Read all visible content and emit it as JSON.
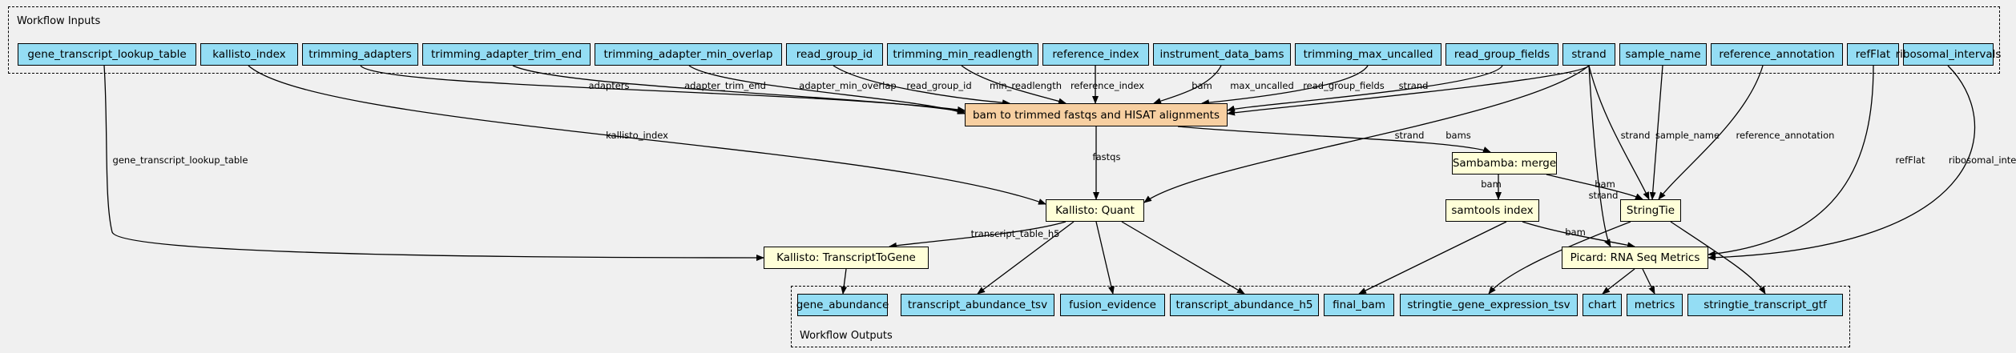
{
  "groups": {
    "inputs": {
      "title": "Workflow Inputs"
    },
    "outputs": {
      "title": "Workflow Outputs"
    }
  },
  "nodes": {
    "gene_transcript_lookup_table": "gene_transcript_lookup_table",
    "kallisto_index": "kallisto_index",
    "trimming_adapters": "trimming_adapters",
    "trimming_adapter_trim_end": "trimming_adapter_trim_end",
    "trimming_adapter_min_overlap": "trimming_adapter_min_overlap",
    "read_group_id": "read_group_id",
    "trimming_min_readlength": "trimming_min_readlength",
    "reference_index": "reference_index",
    "instrument_data_bams": "instrument_data_bams",
    "trimming_max_uncalled": "trimming_max_uncalled",
    "read_group_fields": "read_group_fields",
    "strand": "strand",
    "sample_name": "sample_name",
    "reference_annotation": "reference_annotation",
    "refFlat": "refFlat",
    "ribosomal_intervals": "ribosomal_intervals",
    "bam_to_trimmed": "bam to trimmed fastqs and HISAT alignments",
    "sambamba_merge": "Sambamba: merge",
    "kallisto_quant": "Kallisto: Quant",
    "samtools_index": "samtools index",
    "stringtie": "StringTie",
    "kallisto_t2g": "Kallisto: TranscriptToGene",
    "picard": "Picard: RNA Seq Metrics",
    "gene_abundance": "gene_abundance",
    "transcript_abundance_tsv": "transcript_abundance_tsv",
    "fusion_evidence": "fusion_evidence",
    "transcript_abundance_h5": "transcript_abundance_h5",
    "final_bam": "final_bam",
    "stringtie_gene_expression_tsv": "stringtie_gene_expression_tsv",
    "chart": "chart",
    "metrics": "metrics",
    "stringtie_transcript_gtf": "stringtie_transcript_gtf"
  },
  "edges": [
    {
      "from": "trimming_adapters",
      "to": "bam_to_trimmed",
      "label": "adapters"
    },
    {
      "from": "trimming_adapter_trim_end",
      "to": "bam_to_trimmed",
      "label": "adapter_trim_end"
    },
    {
      "from": "trimming_adapter_min_overlap",
      "to": "bam_to_trimmed",
      "label": "adapter_min_overlap"
    },
    {
      "from": "read_group_id",
      "to": "bam_to_trimmed",
      "label": "read_group_id"
    },
    {
      "from": "trimming_min_readlength",
      "to": "bam_to_trimmed",
      "label": "min_readlength"
    },
    {
      "from": "reference_index",
      "to": "bam_to_trimmed",
      "label": "reference_index"
    },
    {
      "from": "instrument_data_bams",
      "to": "bam_to_trimmed",
      "label": "bam"
    },
    {
      "from": "trimming_max_uncalled",
      "to": "bam_to_trimmed",
      "label": "max_uncalled"
    },
    {
      "from": "read_group_fields",
      "to": "bam_to_trimmed",
      "label": "read_group_fields"
    },
    {
      "from": "strand",
      "to": "bam_to_trimmed",
      "label": "strand"
    },
    {
      "from": "kallisto_index",
      "to": "kallisto_quant",
      "label": "kallisto_index"
    },
    {
      "from": "bam_to_trimmed",
      "to": "kallisto_quant",
      "label": "fastqs"
    },
    {
      "from": "strand",
      "to": "kallisto_quant",
      "label": "strand"
    },
    {
      "from": "bam_to_trimmed",
      "to": "sambamba_merge",
      "label": "bams"
    },
    {
      "from": "gene_transcript_lookup_table",
      "to": "kallisto_t2g",
      "label": "gene_transcript_lookup_table"
    },
    {
      "from": "kallisto_quant",
      "to": "kallisto_t2g",
      "label": "transcript_table_h5"
    },
    {
      "from": "sambamba_merge",
      "to": "samtools_index",
      "label": "bam"
    },
    {
      "from": "sambamba_merge",
      "to": "stringtie",
      "label": "bam"
    },
    {
      "from": "strand",
      "to": "stringtie",
      "label": "strand"
    },
    {
      "from": "sample_name",
      "to": "stringtie",
      "label": "sample_name"
    },
    {
      "from": "reference_annotation",
      "to": "stringtie",
      "label": "reference_annotation"
    },
    {
      "from": "strand",
      "to": "picard",
      "label": "strand"
    },
    {
      "from": "samtools_index",
      "to": "picard",
      "label": "bam"
    },
    {
      "from": "refFlat",
      "to": "picard",
      "label": "refFlat"
    },
    {
      "from": "ribosomal_intervals",
      "to": "picard",
      "label": "ribosomal_intervals"
    },
    {
      "from": "kallisto_t2g",
      "to": "gene_abundance",
      "label": ""
    },
    {
      "from": "kallisto_quant",
      "to": "transcript_abundance_tsv",
      "label": ""
    },
    {
      "from": "kallisto_quant",
      "to": "fusion_evidence",
      "label": ""
    },
    {
      "from": "kallisto_quant",
      "to": "transcript_abundance_h5",
      "label": ""
    },
    {
      "from": "samtools_index",
      "to": "final_bam",
      "label": ""
    },
    {
      "from": "stringtie",
      "to": "stringtie_gene_expression_tsv",
      "label": ""
    },
    {
      "from": "picard",
      "to": "chart",
      "label": ""
    },
    {
      "from": "picard",
      "to": "metrics",
      "label": ""
    },
    {
      "from": "stringtie",
      "to": "stringtie_transcript_gtf",
      "label": ""
    }
  ]
}
